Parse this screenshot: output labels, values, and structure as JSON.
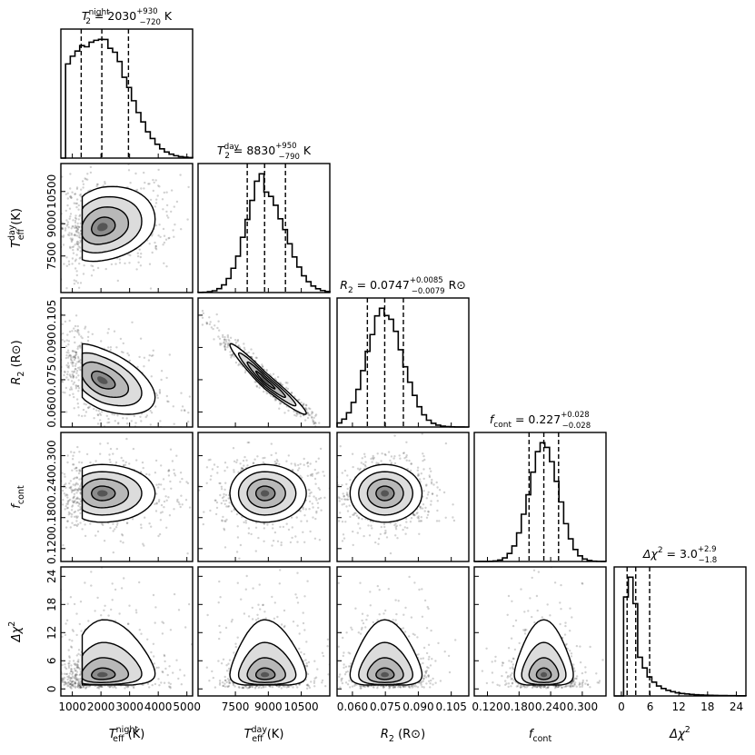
{
  "chart_data": {
    "type": "corner",
    "parameters": [
      {
        "key": "t_night",
        "label": "T_eff^night (K)",
        "label_base": "T",
        "label_sub": "eff",
        "label_sup": "night",
        "label_unit": " (K)",
        "title": "T_2^night = 2030 +930 -720 K",
        "title_base": "T",
        "title_sub": "2",
        "title_sup": "night",
        "title_value": " = 2030",
        "title_plus": "+930",
        "title_minus": "−720",
        "title_unit": " K",
        "range": [
          600,
          5200
        ],
        "ticks": [
          1000,
          2000,
          3000,
          4000,
          5000
        ],
        "tick_labels": [
          "1000",
          "2000",
          "3000",
          "4000",
          "5000"
        ],
        "median": 2030,
        "minus": 720,
        "plus": 930
      },
      {
        "key": "t_day",
        "label": "T_eff^day (K)",
        "label_base": "T",
        "label_sub": "eff",
        "label_sup": "day",
        "label_unit": " (K)",
        "title": "T_2^day = 8830 +950 -790 K",
        "title_base": "T",
        "title_sub": "2",
        "title_sup": "day",
        "title_value": " = 8830",
        "title_plus": "+950",
        "title_minus": "−790",
        "title_unit": " K",
        "range": [
          5800,
          11800
        ],
        "ticks": [
          7500,
          9000,
          10500
        ],
        "tick_labels": [
          "7500",
          "9000",
          "10500"
        ],
        "median": 8830,
        "minus": 790,
        "plus": 950
      },
      {
        "key": "r2",
        "label": "R_2 (R⊙)",
        "label_base": "R",
        "label_sub": "2",
        "label_sup": "",
        "label_unit": " (R⊙)",
        "title": "R_2 = 0.0747 +0.0085 -0.0079 R⊙",
        "title_base": "R",
        "title_sub": "2",
        "title_sup": "",
        "title_value": " = 0.0747",
        "title_plus": "+0.0085",
        "title_minus": "−0.0079",
        "title_unit": " R⊙",
        "range": [
          0.053,
          0.113
        ],
        "ticks": [
          0.06,
          0.075,
          0.09,
          0.105
        ],
        "tick_labels": [
          "0.060",
          "0.075",
          "0.090",
          "0.105"
        ],
        "median": 0.0747,
        "minus": 0.0079,
        "plus": 0.0085
      },
      {
        "key": "f_cont",
        "label": "f_cont",
        "label_base": "f",
        "label_sub": "cont",
        "label_sup": "",
        "label_unit": "",
        "title": "f_cont = 0.227 +0.028 -0.028",
        "title_base": "f",
        "title_sub": "cont",
        "title_sup": "",
        "title_value": " = 0.227",
        "title_plus": "+0.028",
        "title_minus": "−0.028",
        "title_unit": "",
        "range": [
          0.095,
          0.345
        ],
        "ticks": [
          0.12,
          0.18,
          0.24,
          0.3
        ],
        "tick_labels": [
          "0.120",
          "0.180",
          "0.240",
          "0.300"
        ],
        "median": 0.227,
        "minus": 0.028,
        "plus": 0.028
      },
      {
        "key": "dchi2",
        "label": "Δχ^2",
        "label_base": "Δχ",
        "label_sub": "",
        "label_sup": "2",
        "label_unit": "",
        "title": "Δχ^2 = 3.0 +2.9 -1.8",
        "title_base": "Δχ",
        "title_sub": "",
        "title_sup": "2",
        "title_value": " = 3.0",
        "title_plus": "+2.9",
        "title_minus": "−1.8",
        "title_unit": "",
        "range": [
          -1.5,
          26
        ],
        "ticks": [
          0,
          6,
          12,
          18,
          24
        ],
        "tick_labels": [
          "0",
          "6",
          "12",
          "18",
          "24"
        ],
        "median": 3.0,
        "minus": 1.8,
        "plus": 2.9
      }
    ],
    "correlations": {
      "t_night|t_day": 0.2,
      "t_night|r2": -0.5,
      "t_day|r2": -0.97,
      "t_night|f_cont": 0.0,
      "t_day|f_cont": 0.0,
      "r2|f_cont": 0.0,
      "t_night|dchi2": 0.05,
      "t_day|dchi2": 0.0,
      "r2|dchi2": 0.0,
      "f_cont|dchi2": 0.0
    }
  }
}
